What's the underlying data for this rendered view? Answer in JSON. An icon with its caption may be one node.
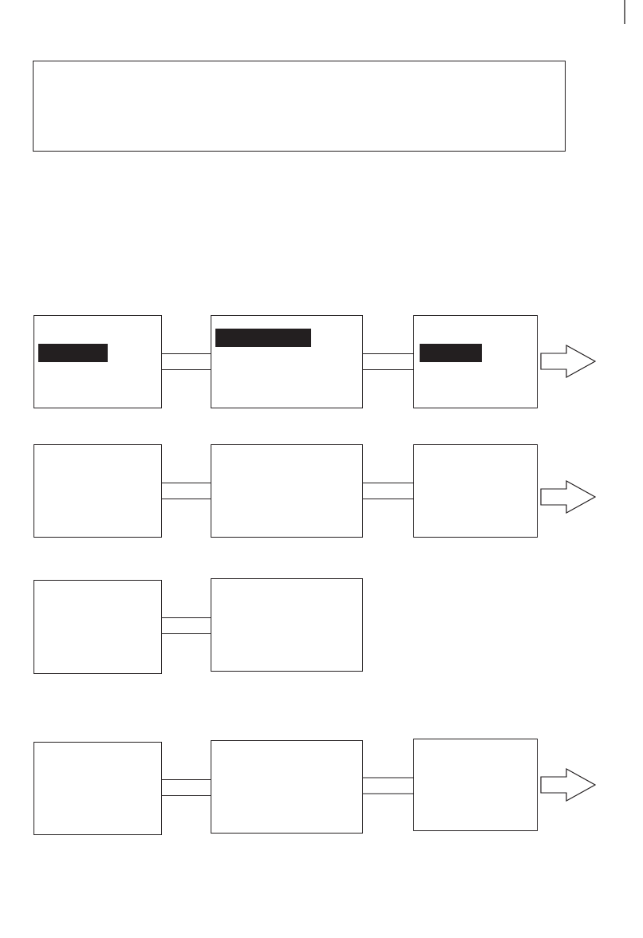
{
  "diagram": {
    "nodes": [
      {
        "text": [],
        "shape": "box"
      },
      {
        "text": [],
        "shape": "box"
      },
      {
        "text": [],
        "shape": "bar",
        "in": 1
      },
      {
        "text": [],
        "shape": "box"
      },
      {
        "text": [],
        "shape": "bar",
        "in": 3
      },
      {
        "text": [],
        "shape": "box"
      },
      {
        "text": [],
        "shape": "bar",
        "in": 5
      },
      {
        "text": [],
        "shape": "box"
      },
      {
        "text": [],
        "shape": "box"
      },
      {
        "text": [],
        "shape": "box"
      },
      {
        "text": [],
        "shape": "box"
      },
      {
        "text": [],
        "shape": "box"
      },
      {
        "text": [],
        "shape": "box"
      },
      {
        "text": [],
        "shape": "box"
      },
      {
        "text": [],
        "shape": "box"
      }
    ],
    "edges": [
      {
        "from": 1,
        "to": 3,
        "arrow": "none"
      },
      {
        "from": 3,
        "to": 5,
        "arrow": "none"
      },
      {
        "from": 5,
        "to": null,
        "arrow": "to"
      },
      {
        "from": 7,
        "to": 8,
        "arrow": "none"
      },
      {
        "from": 8,
        "to": 9,
        "arrow": "none"
      },
      {
        "from": 9,
        "to": null,
        "arrow": "to"
      },
      {
        "from": 10,
        "to": 11,
        "arrow": "none"
      },
      {
        "from": 12,
        "to": 13,
        "arrow": "none"
      },
      {
        "from": 13,
        "to": 14,
        "arrow": "none"
      },
      {
        "from": 14,
        "to": null,
        "arrow": "to"
      }
    ]
  }
}
